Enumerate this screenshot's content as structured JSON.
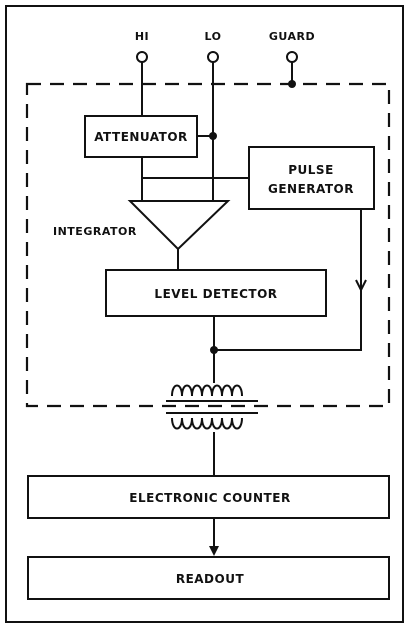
{
  "terminals": {
    "hi": "HI",
    "lo": "LO",
    "guard": "GUARD"
  },
  "blocks": {
    "attenuator": "ATTENUATOR",
    "pulse_generator_line1": "PULSE",
    "pulse_generator_line2": "GENERATOR",
    "integrator": "INTEGRATOR",
    "level_detector": "LEVEL DETECTOR",
    "electronic_counter": "ELECTRONIC COUNTER",
    "readout": "READOUT"
  }
}
